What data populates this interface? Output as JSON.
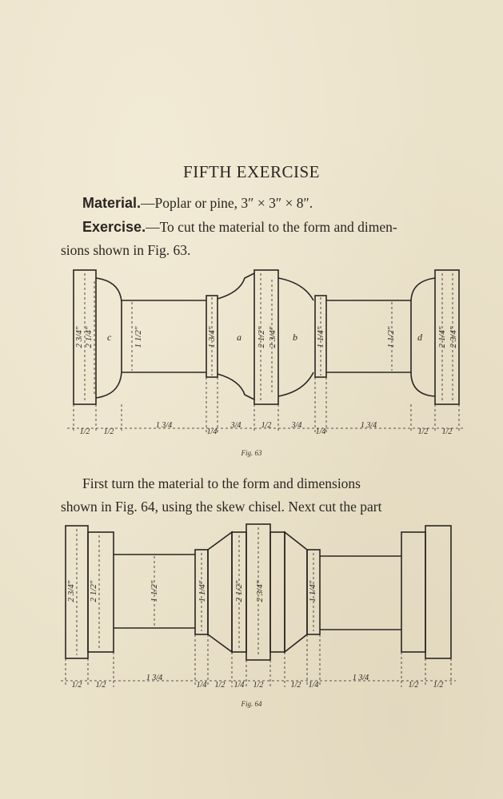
{
  "heading": "FIFTH EXERCISE",
  "material": {
    "label": "Material.",
    "text": "—Poplar or pine, 3″ × 3″ × 8″."
  },
  "exercise": {
    "label": "Exercise.",
    "text_line1": "—To cut the material to the form and dimen-",
    "text_line2": "sions shown in Fig. 63."
  },
  "fig63": {
    "caption": "Fig. 63",
    "section_letters": [
      "c",
      "a",
      "b",
      "d"
    ],
    "diameters": [
      "2 3/4″",
      "2 1/4″",
      "1 1/2″",
      "1 3/4″",
      "2 1/2″",
      "2 3/4″",
      "1 1/4″",
      "1 1/2″",
      "2 1/4″",
      "2 3/4″"
    ],
    "lengths": [
      "1/2",
      "1/2",
      "1 3/4",
      "1/4",
      "3/4",
      "1/2",
      "3/4",
      "1/4",
      "1 3/4",
      "1/2",
      "1/2"
    ]
  },
  "body": {
    "line1": "First turn the material to the form and dimensions",
    "line2": "shown in Fig. 64, using the skew chisel.  Next cut the part"
  },
  "fig64": {
    "caption": "Fig. 64",
    "diameters": [
      "2 3/4″",
      "2 1/2″",
      "1 1/2″",
      "1 1/4″",
      "2 1/2″",
      "2 3/4″",
      "1 1/4″"
    ],
    "lengths": [
      "1/2",
      "1/2",
      "1 3/4",
      "1/4",
      "1/2",
      "1/4",
      "1/2",
      "1/2",
      "1/4",
      "1 3/4",
      "1/2",
      "1/2"
    ]
  }
}
